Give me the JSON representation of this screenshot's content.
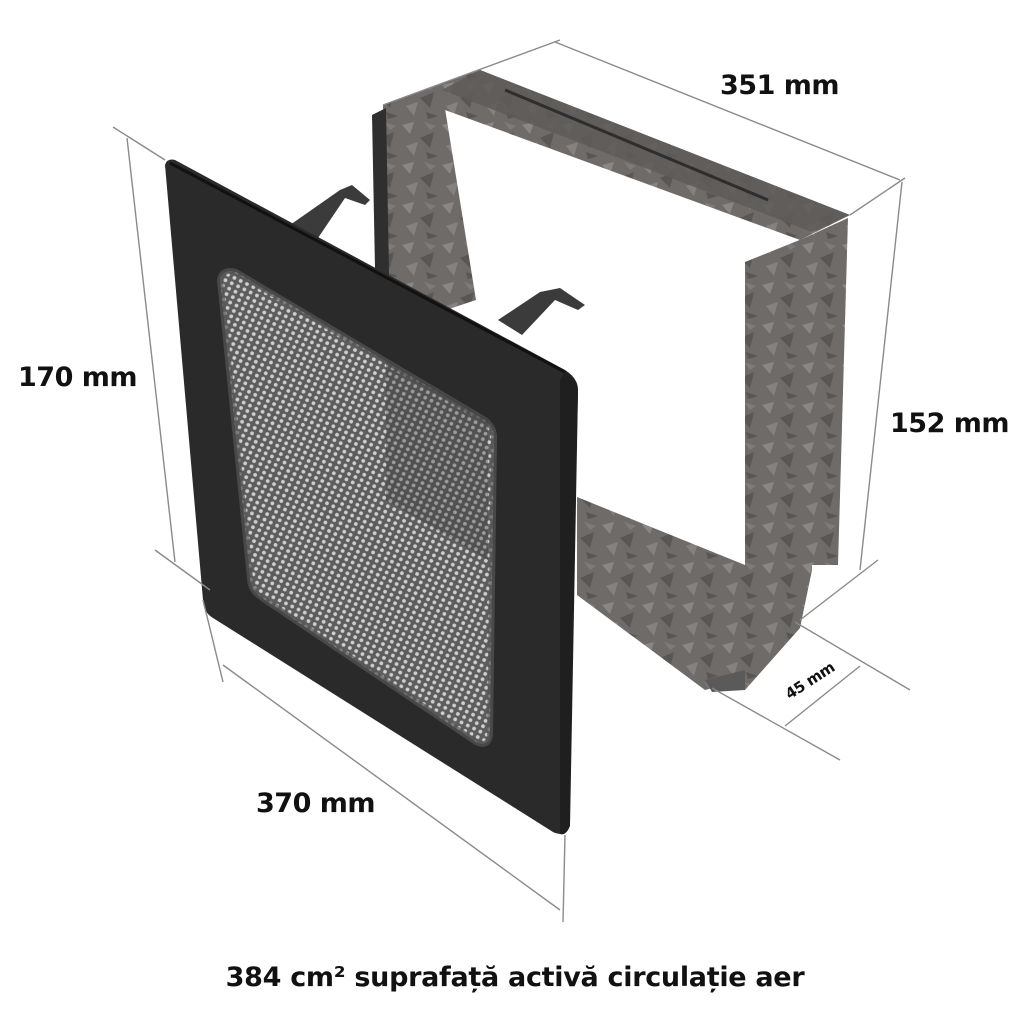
{
  "diagram": {
    "subject": "fireplace air vent grille with mounting sleeve",
    "parts": [
      {
        "name": "front-grille",
        "finish": "black frame with perforated mesh",
        "color": "#2b2b2b"
      },
      {
        "name": "mounting-sleeve",
        "finish": "galvanized steel",
        "color": "#6e6a68"
      },
      {
        "name": "mounting-clips",
        "count": 3,
        "color": "#3c3c3c"
      }
    ],
    "dimensions": {
      "sleeve_width": "351 mm",
      "grille_height": "170 mm",
      "sleeve_height": "152 mm",
      "grille_width": "370 mm",
      "sleeve_depth": "45 mm"
    },
    "caption": "384 cm² suprafață activă circulație aer"
  },
  "colors": {
    "background": "#ffffff",
    "text": "#111111",
    "dimension_line": "#8a8a8a",
    "grille_frame": "#2a2a2a",
    "mesh": "#6a6a6a",
    "sleeve": "#6e6a68"
  }
}
